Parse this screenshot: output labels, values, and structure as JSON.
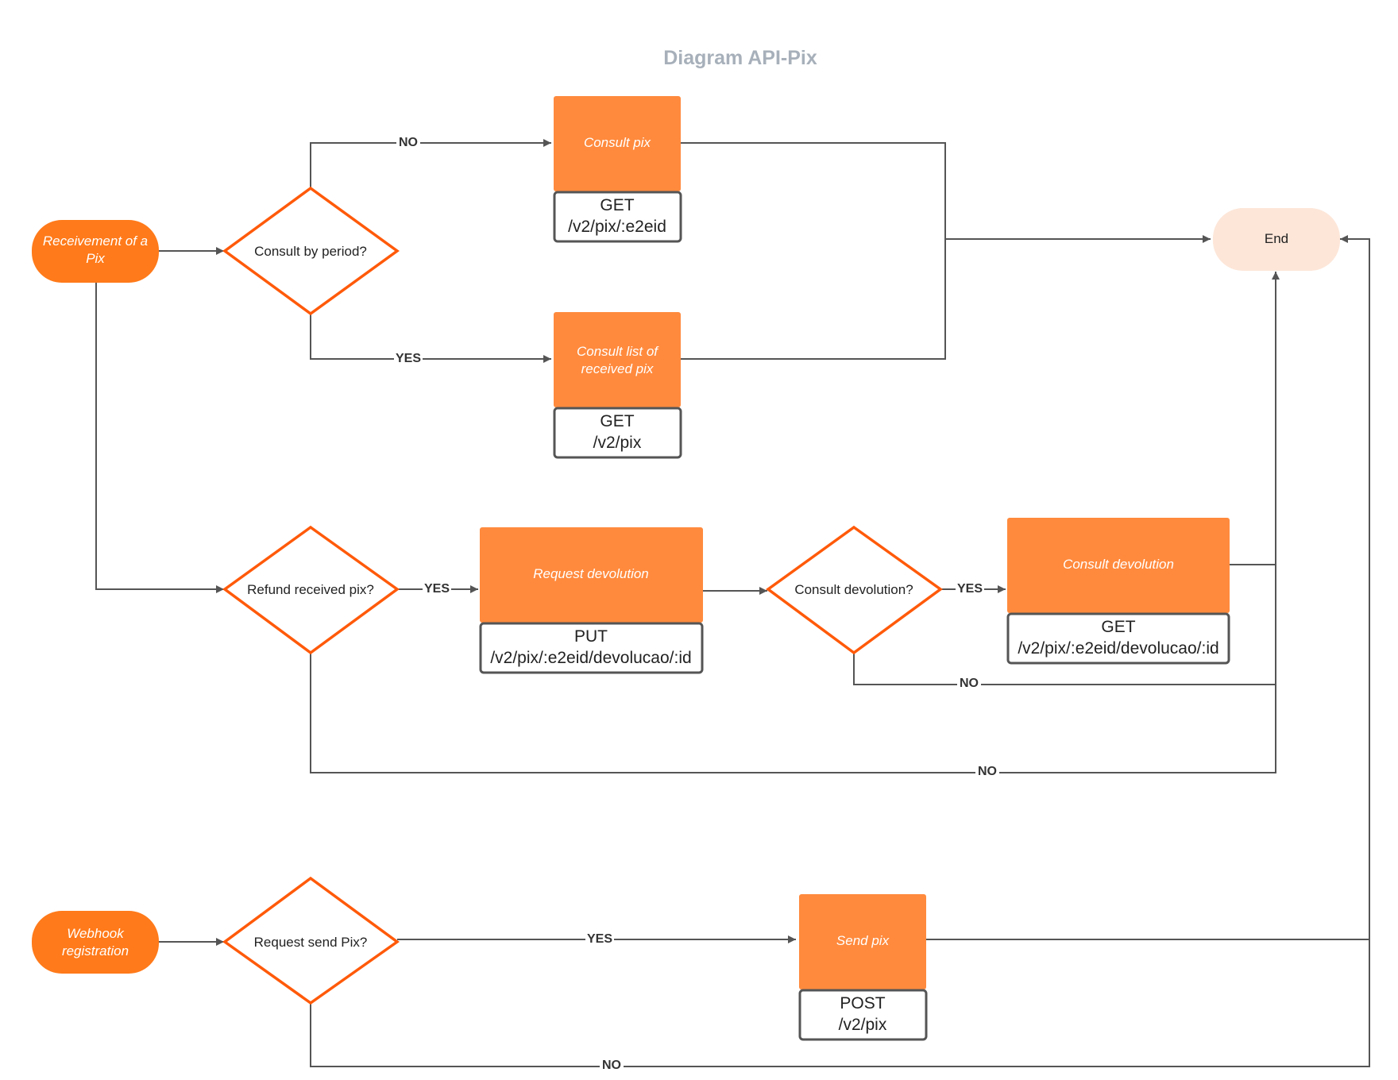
{
  "title": "Diagram API-Pix",
  "colors": {
    "start_fill": "#ff7a1a",
    "process_fill": "#ff8a3d",
    "decision_stroke": "#ff5a0a",
    "end_fill": "#fde6d8",
    "edge": "#555555",
    "title": "#a7b0ba"
  },
  "nodes": {
    "receivement": {
      "line1": "Receivement of a",
      "line2": "Pix"
    },
    "webhook": {
      "line1": "Webhook",
      "line2": "registration"
    },
    "consult_period": {
      "label": "Consult by period?"
    },
    "refund_received": {
      "label": "Refund received pix?"
    },
    "request_send": {
      "label": "Request send Pix?"
    },
    "consult_devolution_q": {
      "label": "Consult devolution?"
    },
    "consult_pix": {
      "label": "Consult pix",
      "method": "GET",
      "path": "/v2/pix/:e2eid"
    },
    "consult_list": {
      "line1": "Consult list of",
      "line2": "received pix",
      "method": "GET",
      "path": "/v2/pix"
    },
    "request_devolution": {
      "label": "Request devolution",
      "method": "PUT",
      "path": "/v2/pix/:e2eid/devolucao/:id"
    },
    "consult_devolution": {
      "label": "Consult devolution",
      "method": "GET",
      "path": "/v2/pix/:e2eid/devolucao/:id"
    },
    "send_pix": {
      "label": "Send pix",
      "method": "POST",
      "path": "/v2/pix"
    },
    "end": {
      "label": "End"
    }
  },
  "edges": {
    "period_no": "NO",
    "period_yes": "YES",
    "refund_yes": "YES",
    "devq_yes": "YES",
    "devq_no": "NO",
    "refund_no": "NO",
    "send_yes": "YES",
    "send_no": "NO"
  }
}
